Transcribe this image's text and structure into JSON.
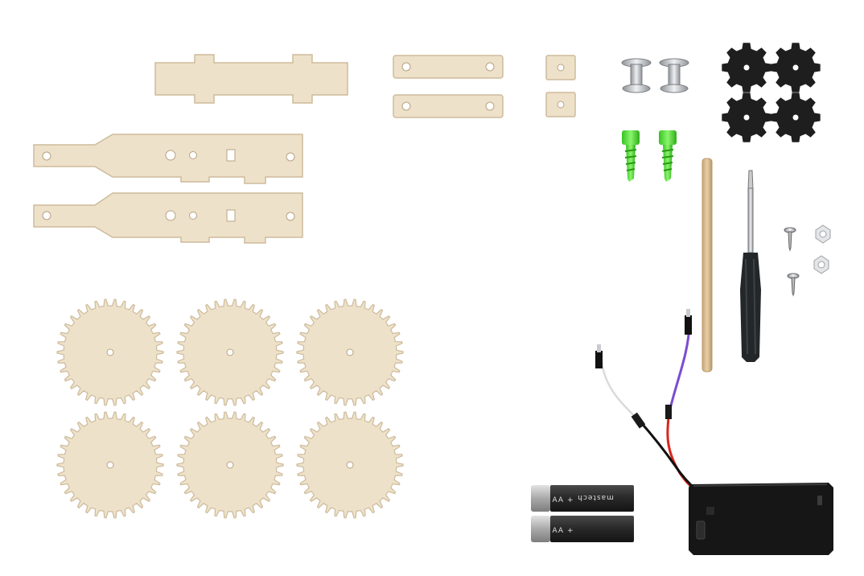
{
  "colors": {
    "background": "#ffffff",
    "plywood": "#eee1c9",
    "plywood_edge": "#cdbb9c",
    "metal": "#c9cbcf",
    "rubber": "#1e1e1e",
    "green_screw": "#55e63a",
    "dowel": "#d8b98f",
    "screwdriver_handle": "#23272a",
    "battery_body": "#2b2b2b",
    "battery_cap": "#b7b7b7",
    "battery_box": "#161616",
    "wire_purple": "#7a4bd1",
    "wire_white": "#f0f0f0",
    "wire_red": "#d8261c",
    "wire_black": "#111111"
  },
  "battery_label": "mastech",
  "battery_marking": "AA +",
  "items": {
    "gears_count": 6,
    "rubber_wheels_count": 4,
    "rivets_count": 2,
    "green_screws_count": 2,
    "small_screws_count": 2,
    "nuts_count": 2,
    "wood_blocks_count": 2,
    "wood_bars_count": 2,
    "frame_rails_count": 2,
    "batteries_count": 2
  }
}
